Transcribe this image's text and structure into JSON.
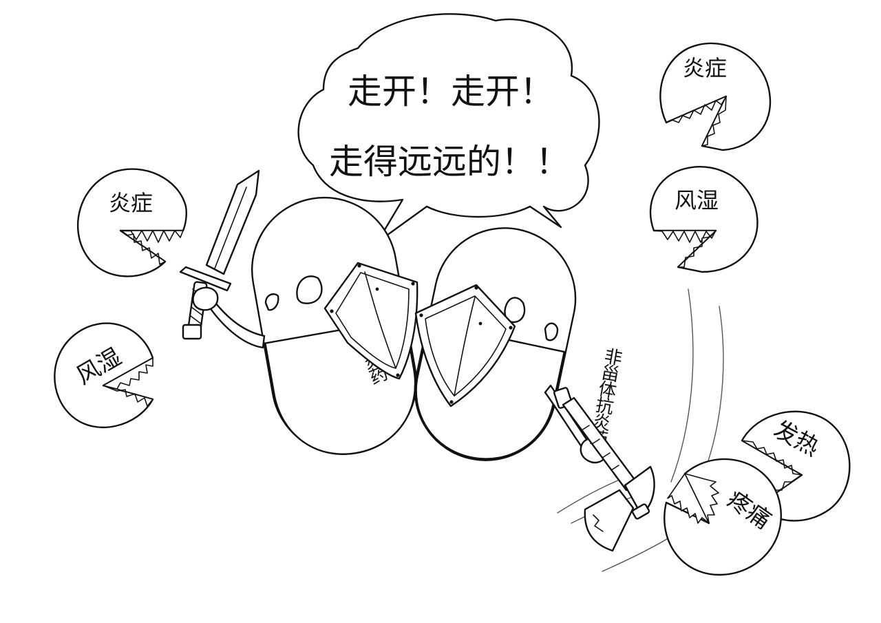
{
  "speech_bubble": {
    "line1": "走开！走开！",
    "line2": "走得远远的！！"
  },
  "pills": {
    "left_label": "甾体抗炎药",
    "right_label": "非甾体抗炎药"
  },
  "monsters": {
    "left_top": "炎症",
    "left_bottom": "风湿",
    "right_top": "炎症",
    "right_mid": "风湿",
    "right_fever": "发热",
    "right_pain": "疼痛"
  },
  "colors": {
    "ink": "#111111",
    "paper": "#ffffff"
  }
}
